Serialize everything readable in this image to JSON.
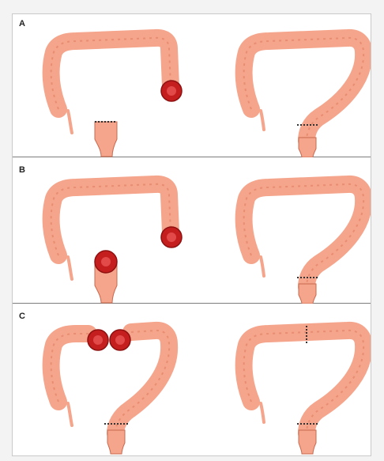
{
  "panels": [
    {
      "label": "A"
    },
    {
      "label": "B"
    },
    {
      "label": "C"
    }
  ],
  "colors": {
    "colon_fill": "#f5a58b",
    "colon_shade": "#e07f66",
    "colon_edge": "#c9694f",
    "stoma_fill": "#c41e1e",
    "stoma_light": "#e24a4a",
    "suture": "#333333"
  }
}
